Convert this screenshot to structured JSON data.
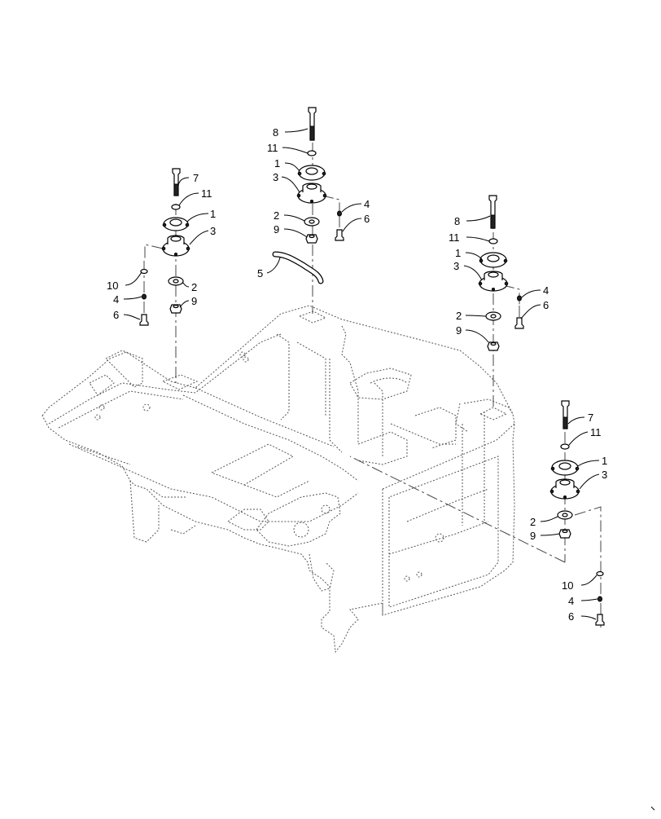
{
  "diagram": {
    "callouts": [
      {
        "id": "c-a-7",
        "text": "7"
      },
      {
        "id": "c-a-11",
        "text": "11"
      },
      {
        "id": "c-a-1",
        "text": "1"
      },
      {
        "id": "c-a-3",
        "text": "3"
      },
      {
        "id": "c-a-2",
        "text": "2"
      },
      {
        "id": "c-a-9",
        "text": "9"
      },
      {
        "id": "c-a-10",
        "text": "10"
      },
      {
        "id": "c-a-4",
        "text": "4"
      },
      {
        "id": "c-a-6",
        "text": "6"
      },
      {
        "id": "c-b-8",
        "text": "8"
      },
      {
        "id": "c-b-11",
        "text": "11"
      },
      {
        "id": "c-b-1",
        "text": "1"
      },
      {
        "id": "c-b-3",
        "text": "3"
      },
      {
        "id": "c-b-2",
        "text": "2"
      },
      {
        "id": "c-b-9",
        "text": "9"
      },
      {
        "id": "c-b-4",
        "text": "4"
      },
      {
        "id": "c-b-6",
        "text": "6"
      },
      {
        "id": "c-5",
        "text": "5"
      },
      {
        "id": "c-c-8",
        "text": "8"
      },
      {
        "id": "c-c-11",
        "text": "11"
      },
      {
        "id": "c-c-1",
        "text": "1"
      },
      {
        "id": "c-c-3",
        "text": "3"
      },
      {
        "id": "c-c-4",
        "text": "4"
      },
      {
        "id": "c-c-6",
        "text": "6"
      },
      {
        "id": "c-c-2",
        "text": "2"
      },
      {
        "id": "c-c-9",
        "text": "9"
      },
      {
        "id": "c-d-7",
        "text": "7"
      },
      {
        "id": "c-d-11",
        "text": "11"
      },
      {
        "id": "c-d-1",
        "text": "1"
      },
      {
        "id": "c-d-3",
        "text": "3"
      },
      {
        "id": "c-d-2",
        "text": "2"
      },
      {
        "id": "c-d-9",
        "text": "9"
      },
      {
        "id": "c-d-10",
        "text": "10"
      },
      {
        "id": "c-d-4",
        "text": "4"
      },
      {
        "id": "c-d-6",
        "text": "6"
      }
    ]
  }
}
